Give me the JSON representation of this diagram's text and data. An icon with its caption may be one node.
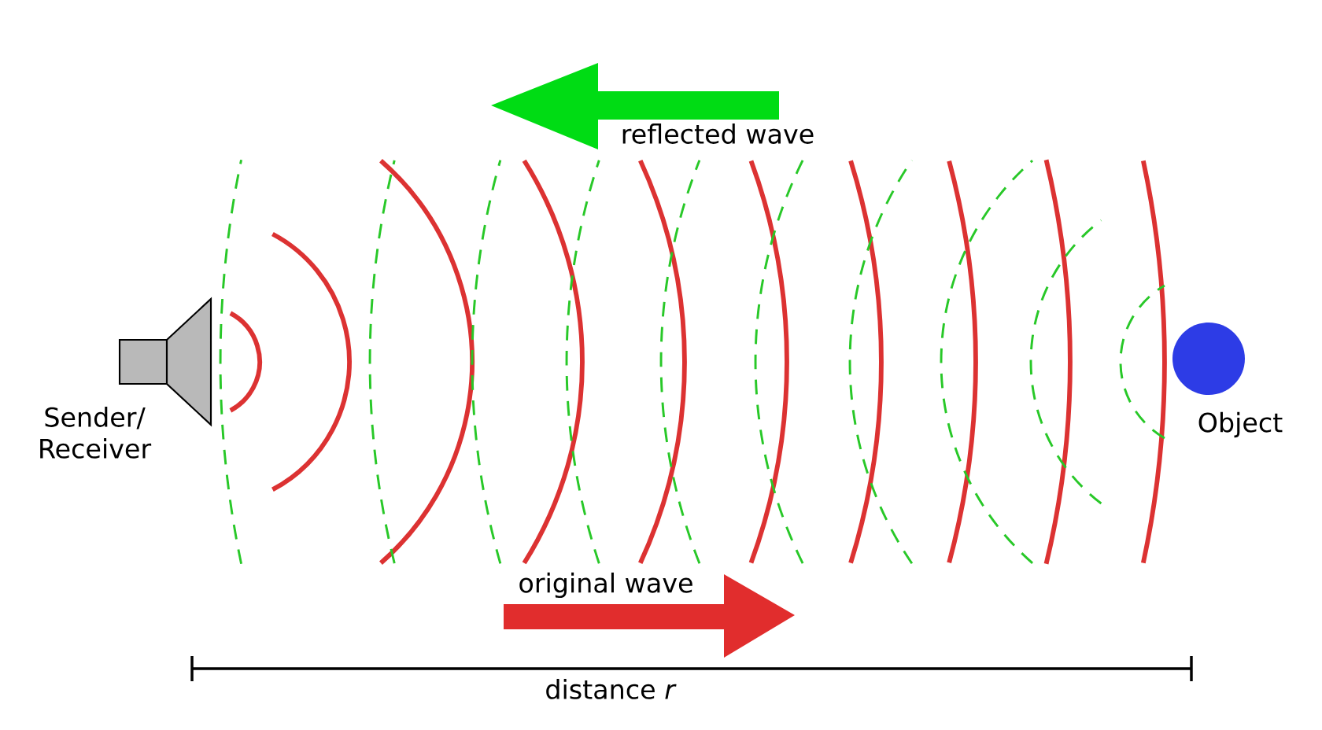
{
  "diagram": {
    "nodes": [
      {
        "text": [],
        "shape": "speaker",
        "beside": [
          "Sender/ Receiver"
        ]
      },
      {
        "text": [],
        "shape": "circle",
        "beside": [
          "Object"
        ]
      }
    ],
    "labels": [
      "reflected wave",
      "original wave",
      "distance *r*"
    ]
  }
}
